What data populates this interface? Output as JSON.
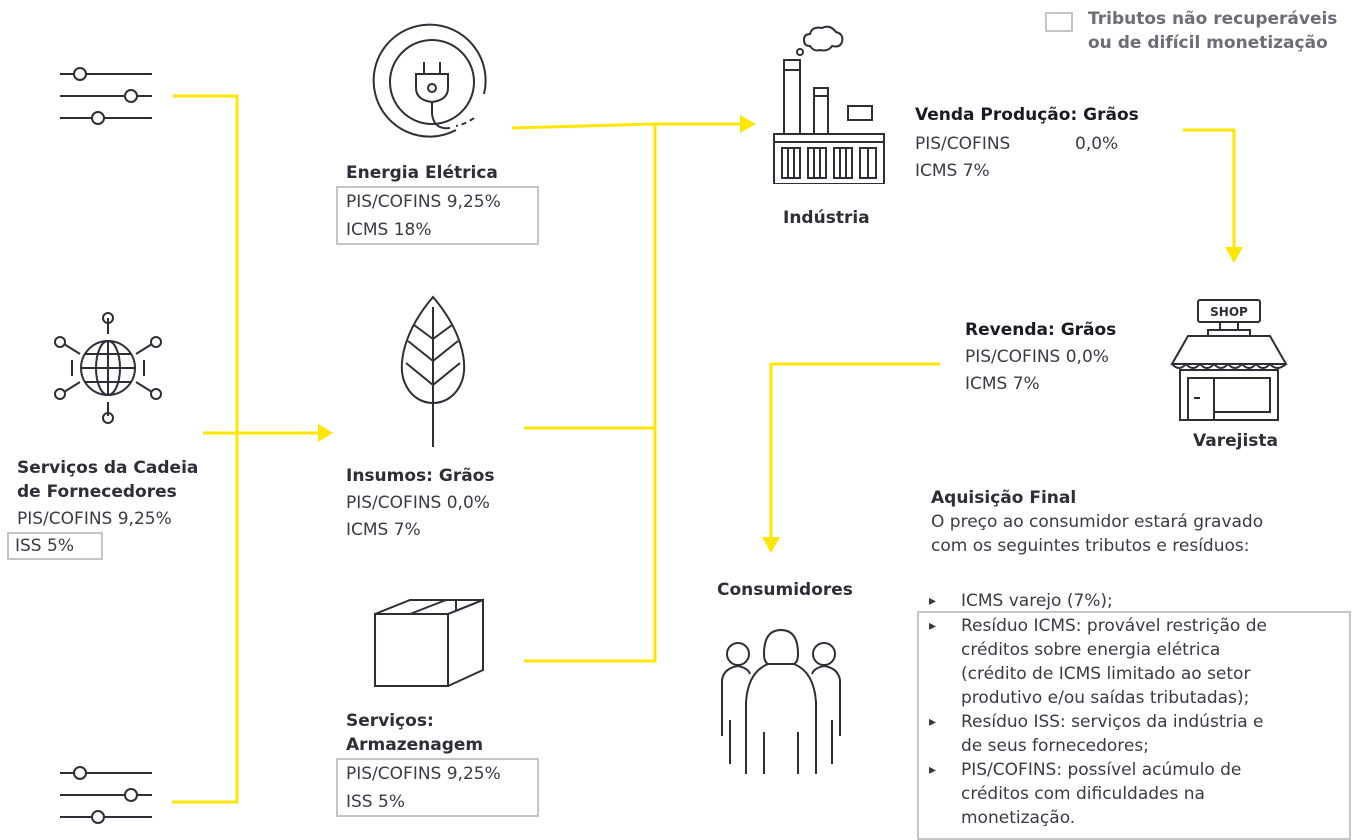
{
  "legend": {
    "line1": "Tributos não recuperáveis",
    "line2": "ou de difícil monetização"
  },
  "energia": {
    "title": "Energia Elétrica",
    "pis": "PIS/COFINS 9,25%",
    "icms": "ICMS  18%"
  },
  "insumos": {
    "title": "Insumos: Grãos",
    "pis": "PIS/COFINS 0,0%",
    "icms": "ICMS  7%"
  },
  "servicos_arm": {
    "title1": "Serviços:",
    "title2": "Armazenagem",
    "pis": "PIS/COFINS  9,25%",
    "iss": "ISS   5%"
  },
  "fornecedores": {
    "title1": "Serviços da Cadeia",
    "title2": "de Fornecedores",
    "pis": "PIS/COFINS   9,25%",
    "iss": "ISS   5%"
  },
  "industria": {
    "label": "Indústria"
  },
  "venda": {
    "title": "Venda Produção: Grãos",
    "pis_label": "PIS/COFINS",
    "pis_value": "0,0%",
    "icms": "ICMS   7%"
  },
  "varejista": {
    "label": "Varejista",
    "shop_sign": "SHOP"
  },
  "revenda": {
    "title": "Revenda: Grãos",
    "pis": "PIS/COFINS 0,0%",
    "icms": "ICMS  7%"
  },
  "consumidores": {
    "label": "Consumidores"
  },
  "aquisicao": {
    "title": "Aquisição Final",
    "desc1": "O preço ao consumidor estará gravado",
    "desc2": "com os seguintes tributos e resíduos:",
    "item1": "ICMS varejo (7%);",
    "items": [
      [
        "Resíduo ICMS: provável restrição de",
        "créditos sobre energia elétrica",
        "(crédito de ICMS limitado ao setor",
        "produtivo e/ou saídas tributadas);"
      ],
      [
        "Resíduo ISS: serviços da indústria e",
        "de seus fornecedores;"
      ],
      [
        "PIS/COFINS: possível acúmulo de",
        "créditos com dificuldades na",
        "monetização."
      ]
    ]
  },
  "colors": {
    "flow": "#ffe600",
    "box_border": "#c4c4cd",
    "text": "#2e2e38"
  }
}
